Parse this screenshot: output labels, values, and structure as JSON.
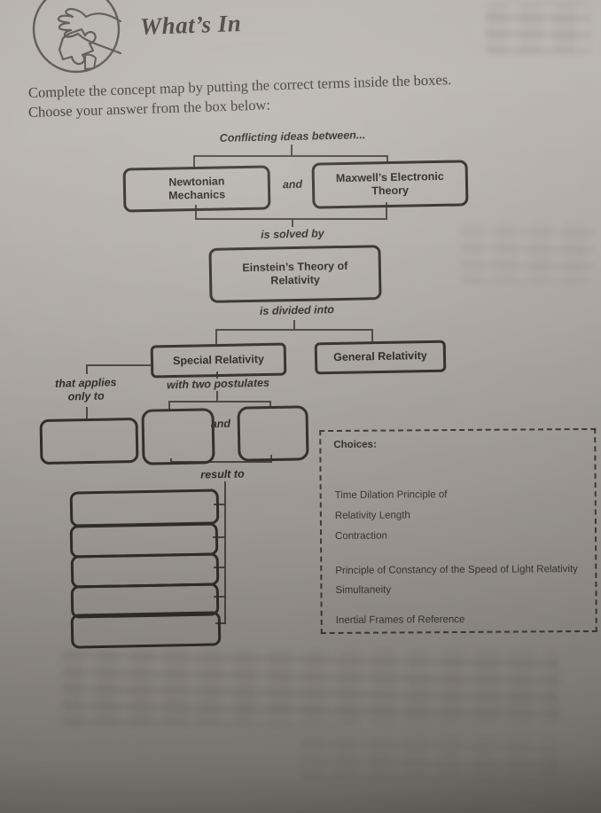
{
  "header": {
    "title": "What’s In",
    "icon": "hand-placing-puzzle-piece"
  },
  "instructions": {
    "line1": "Complete the concept map by putting the correct terms inside the boxes.",
    "line2": "Choose your answer from the box below:"
  },
  "concept_map": {
    "connector_labels": {
      "root": "Conflicting ideas between...",
      "and_top": "and",
      "is_solved_by": "is solved by",
      "is_divided_into": "is divided into",
      "that_applies_only_to": "that applies only to",
      "with_two_postulates": "with two postulates",
      "and_postulates": "and",
      "result_to": "result to"
    },
    "filled_boxes": {
      "newtonian": "Newtonian Mechanics",
      "maxwell": "Maxwell’s Electronic Theory",
      "einstein": "Einstein’s Theory of Relativity",
      "special": "Special Relativity",
      "general": "General Relativity"
    },
    "empty_boxes": {
      "applies_to_area": 1,
      "postulate_area": 2,
      "result_area": 5
    }
  },
  "choices": {
    "title": "Choices:",
    "items": [
      "Time Dilation Principle of",
      "Relativity Length",
      "Contraction",
      "Principle of Constancy of the Speed of Light Relativity",
      "Simultaneity",
      "Inertial Frames of Reference"
    ]
  },
  "colors": {
    "ink": "#332e29",
    "line": "#4b463f",
    "paper_top": "#b6b2ab",
    "paper_bottom": "#7f7b75"
  }
}
